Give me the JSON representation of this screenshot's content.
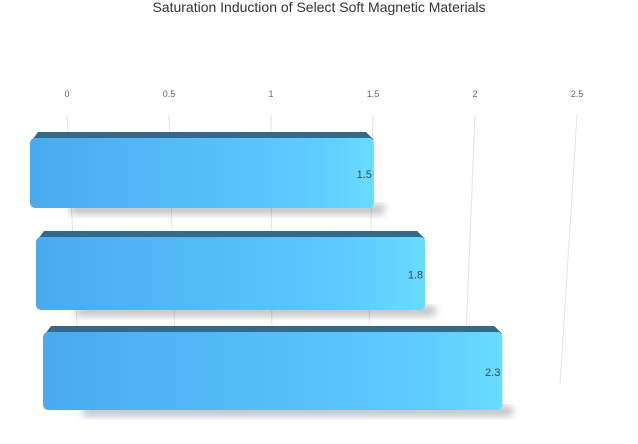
{
  "chart_data": {
    "type": "bar",
    "orientation": "horizontal",
    "style": "3d",
    "title": "Saturation Induction of Select Soft Magnetic Materials",
    "xlabel": "",
    "ylabel": "",
    "categories": [
      "",
      "",
      ""
    ],
    "values": [
      1.5,
      1.8,
      2.3
    ],
    "data_labels": [
      "1.5",
      "1.8",
      "2.3"
    ],
    "x_ticks": [
      "0",
      "0.5",
      "1",
      "1.5",
      "2",
      "2.5"
    ],
    "xlim": [
      0,
      2.5
    ],
    "axis_position": "top",
    "grid": true,
    "legend": "none",
    "colors": {
      "bar_front": "#55bdf6",
      "bar_top": "#336a8c",
      "grid": "#e4e4e4"
    }
  }
}
